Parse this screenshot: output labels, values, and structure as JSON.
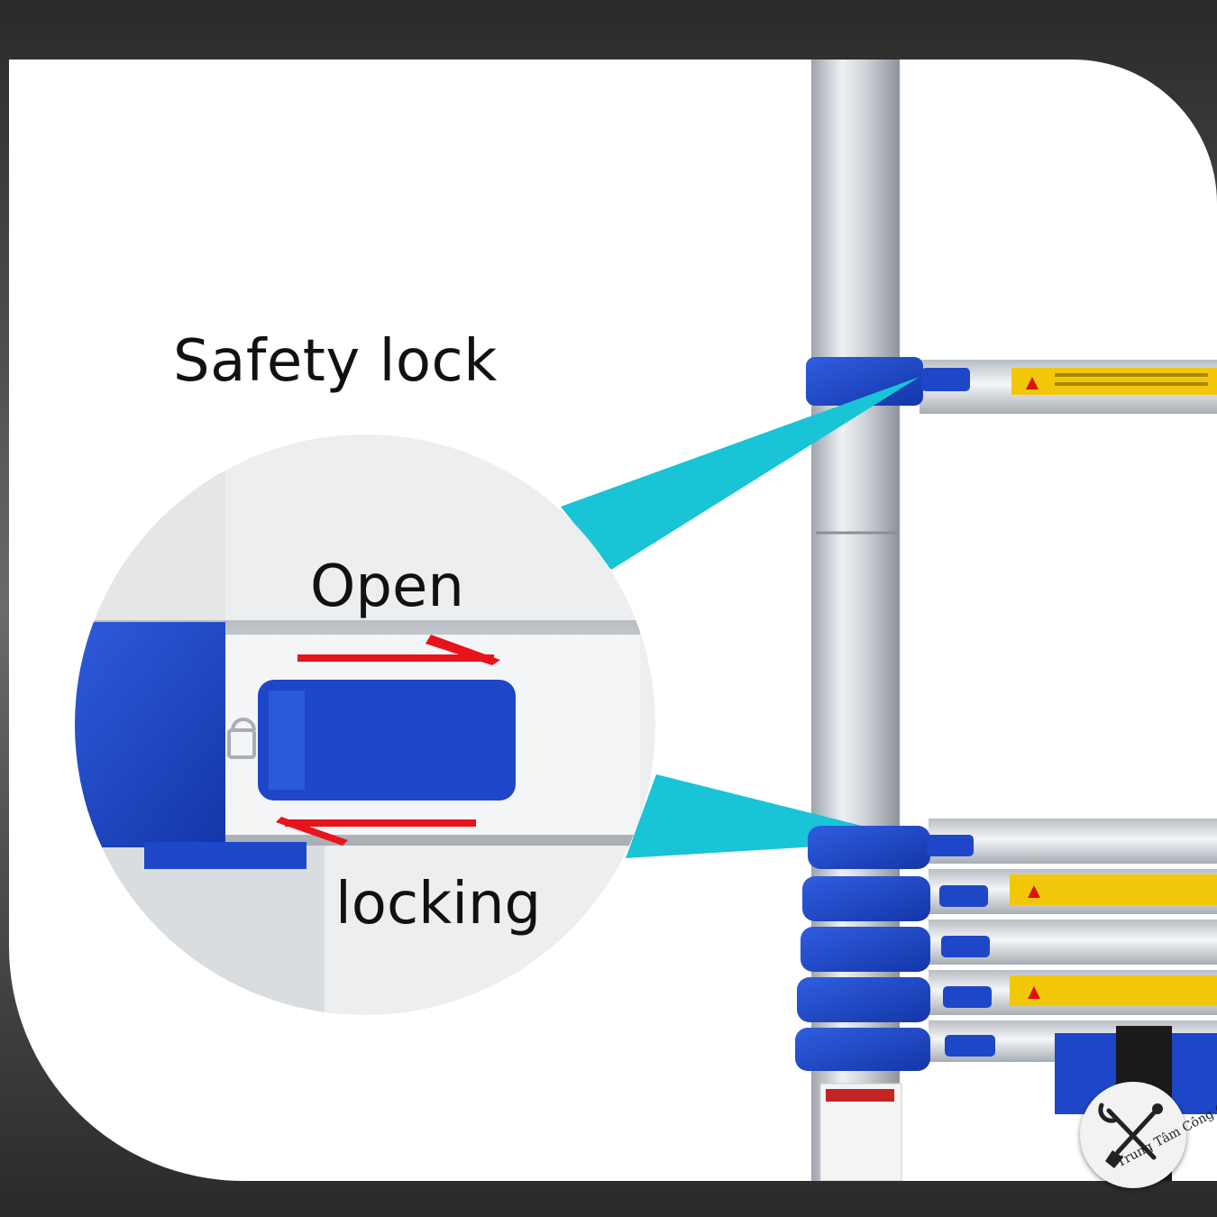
{
  "image": {
    "description_free": true,
    "caption": "Safety lock",
    "zoom_labels": {
      "top": "Open",
      "bottom": "locking"
    },
    "watermark": {
      "brand": "Trung Tâm Công Cụ"
    },
    "colors": {
      "accent_blue": "#1d47c8",
      "callout_cyan": "#19c4d6",
      "arrow_red": "#e8131b",
      "warning_yellow": "#f2c70a",
      "aluminium": "#c9ced4"
    },
    "icons": [
      "padlock-icon",
      "warning-triangle-icon",
      "wrench-screwdriver-icon"
    ]
  }
}
